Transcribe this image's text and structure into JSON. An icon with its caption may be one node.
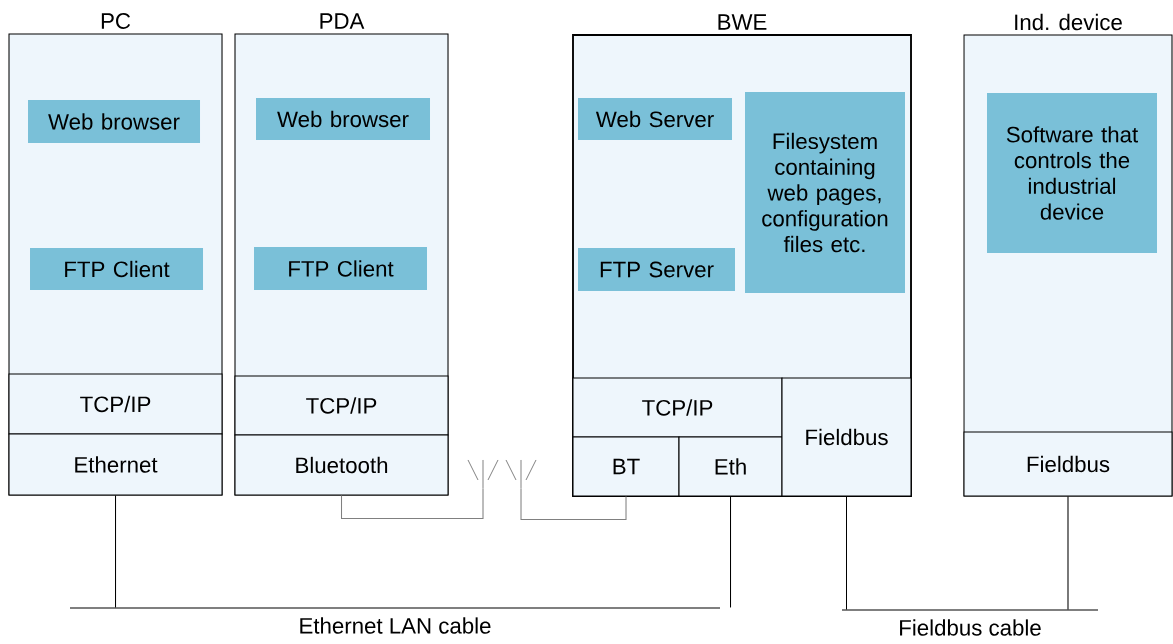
{
  "diagram": {
    "nodes": [
      {
        "text": [
          "PC"
        ]
      },
      {
        "text": [
          "Web browser"
        ],
        "in": 0
      },
      {
        "text": [
          "FTP Client"
        ],
        "in": 0
      },
      {
        "text": [
          "TCP/IP"
        ],
        "in": 0
      },
      {
        "text": [
          "Ethernet"
        ],
        "in": 0
      },
      {
        "text": [
          "PDA"
        ]
      },
      {
        "text": [
          "Web browser"
        ],
        "in": 5
      },
      {
        "text": [
          "FTP Client"
        ],
        "in": 5
      },
      {
        "text": [
          "TCP/IP"
        ],
        "in": 5
      },
      {
        "text": [
          "Bluetooth"
        ],
        "in": 5
      },
      {
        "text": [
          "BWE"
        ]
      },
      {
        "text": [
          "Web Server"
        ],
        "in": 10
      },
      {
        "text": [
          "Filesystem containing web pages, configuration files etc."
        ],
        "in": 10
      },
      {
        "text": [
          "FTP Server"
        ],
        "in": 10
      },
      {
        "text": [
          "TCP/IP"
        ],
        "in": 10
      },
      {
        "text": [
          "BT"
        ],
        "in": 10
      },
      {
        "text": [
          "Eth"
        ],
        "in": 10
      },
      {
        "text": [
          "Fieldbus"
        ],
        "in": 10
      },
      {
        "text": [
          "Ind. device"
        ]
      },
      {
        "text": [
          "Software that controls the industrial device"
        ],
        "in": 18
      },
      {
        "text": [
          "Fieldbus"
        ],
        "in": 18
      },
      {
        "text": [
          "Ethernet LAN cable"
        ]
      },
      {
        "text": [
          "Fieldbus cable"
        ]
      },
      {
        "text": [],
        "shape": "antenna"
      },
      {
        "text": [],
        "shape": "antenna"
      }
    ],
    "edges": [
      {
        "from": 4,
        "to": 21,
        "arrow": "none"
      },
      {
        "from": 16,
        "to": 21,
        "arrow": "none"
      },
      {
        "from": 17,
        "to": 22,
        "arrow": "none"
      },
      {
        "from": 20,
        "to": 22,
        "arrow": "none"
      },
      {
        "from": 9,
        "to": 23,
        "arrow": "none",
        "color": "#808080"
      },
      {
        "from": 15,
        "to": 24,
        "arrow": "none",
        "color": "#808080"
      }
    ]
  }
}
